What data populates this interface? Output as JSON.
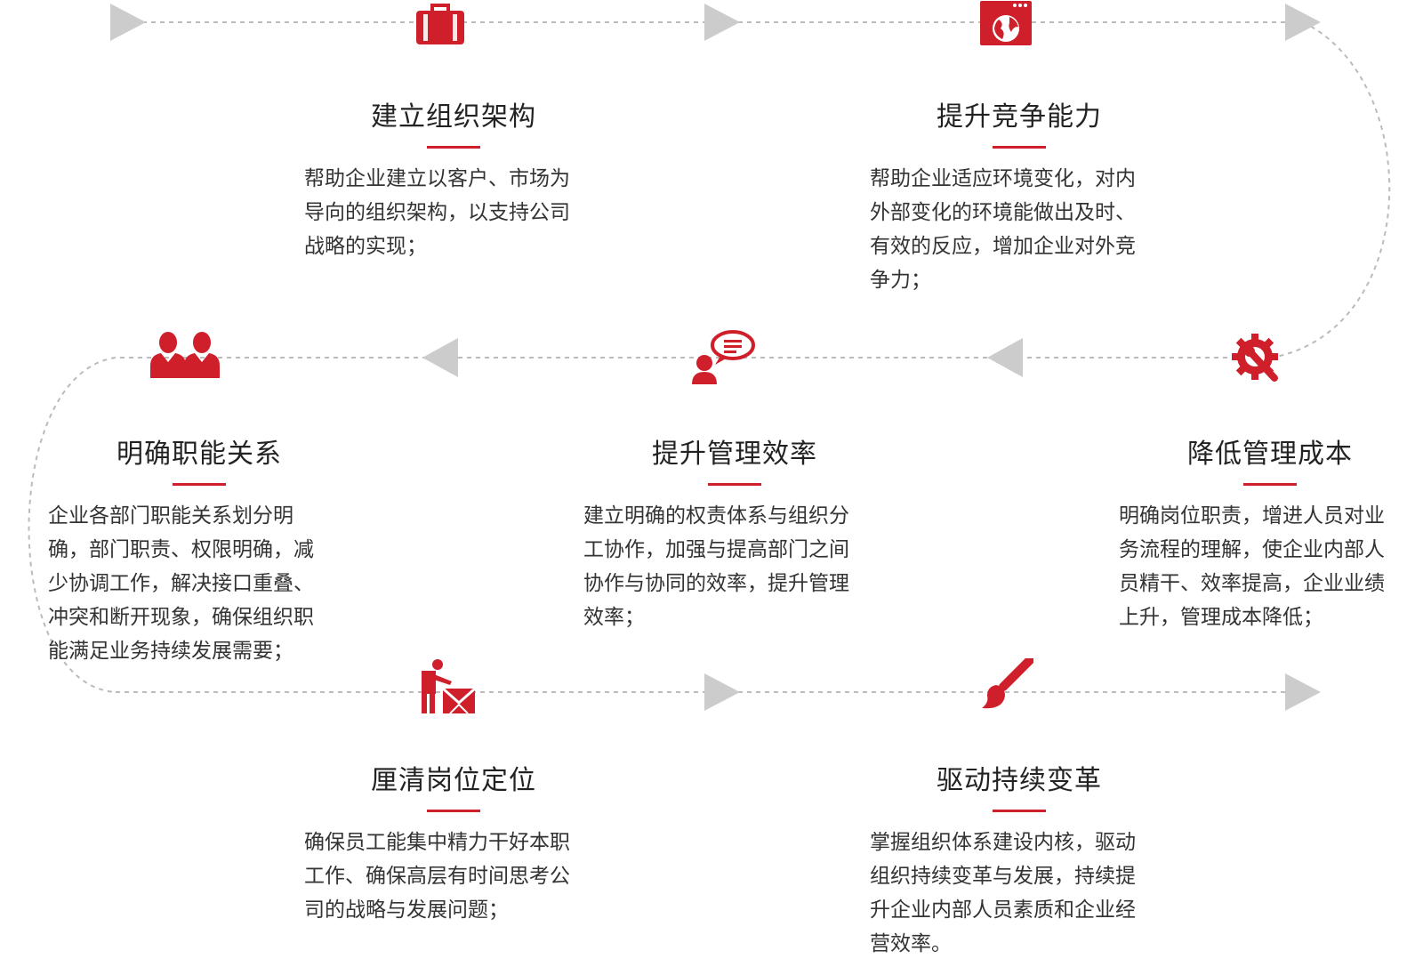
{
  "colors": {
    "accent": "#cf1f2b",
    "line": "#bbbbbb",
    "arrow": "#cccccc",
    "text": "#333333"
  },
  "steps": [
    {
      "icon": "briefcase-icon",
      "title": "建立组织架构",
      "desc": "帮助企业建立以客户、市场为导向的组织架构，以支持公司战略的实现；"
    },
    {
      "icon": "globe-browser-icon",
      "title": "提升竞争能力",
      "desc": "帮助企业适应环境变化，对内外部变化的环境能做出及时、有效的反应，增加企业对外竞争力；"
    },
    {
      "icon": "gear-wrench-icon",
      "title": "降低管理成本",
      "desc": "明确岗位职责，增进人员对业务流程的理解，使企业内部人员精干、效率提高，企业业绩上升，管理成本降低；"
    },
    {
      "icon": "person-speech-icon",
      "title": "提升管理效率",
      "desc": "建立明确的权责体系与组织分工协作，加强与提高部门之间协作与协同的效率，提升管理效率；"
    },
    {
      "icon": "two-persons-icon",
      "title": "明确职能关系",
      "desc": "企业各部门职能关系划分明确，部门职责、权限明确，减少协调工作，解决接口重叠、冲突和断开现象，确保组织职能满足业务持续发展需要；"
    },
    {
      "icon": "worker-envelope-icon",
      "title": "厘清岗位定位",
      "desc": "确保员工能集中精力干好本职工作、确保高层有时间思考公司的战略与发展问题；"
    },
    {
      "icon": "paint-brush-icon",
      "title": "驱动持续变革",
      "desc": "掌握组织体系建设内核，驱动组织持续变革与发展，持续提升企业内部人员素质和企业经营效率。"
    }
  ]
}
